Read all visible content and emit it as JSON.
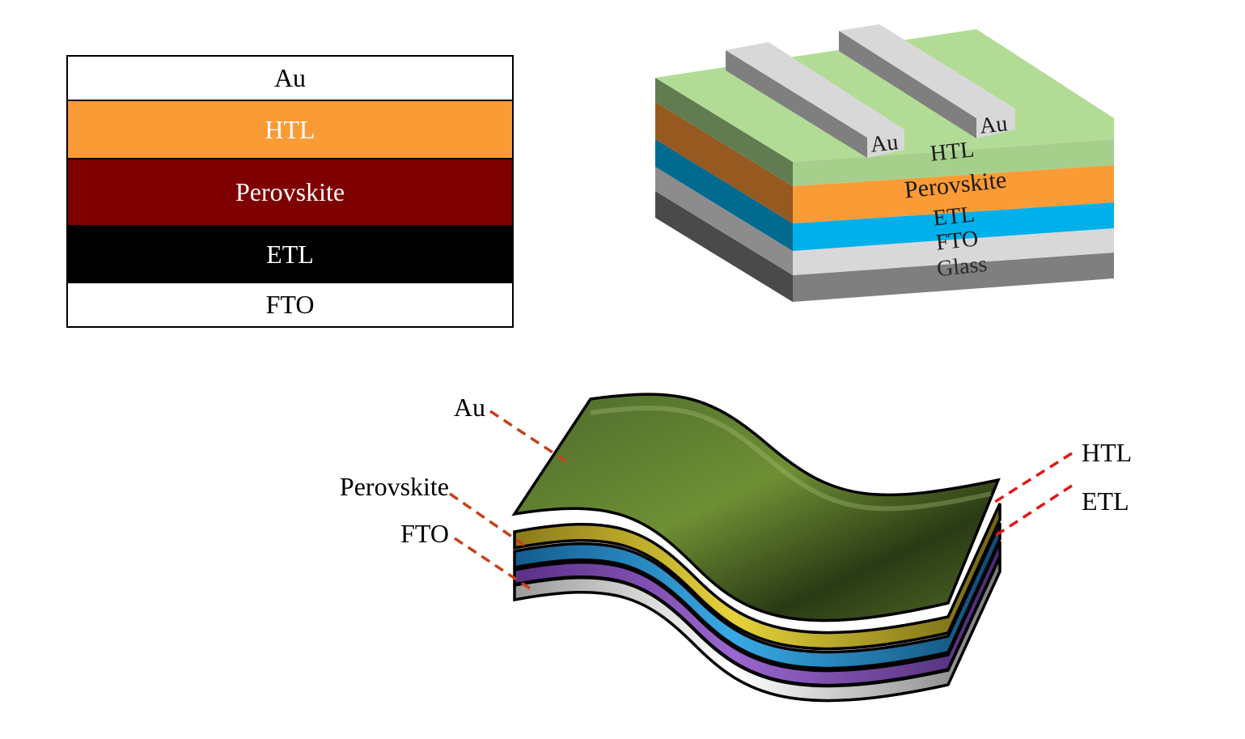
{
  "planar_stack": {
    "layers": [
      "Au",
      "HTL",
      "Perovskite",
      "ETL",
      "FTO"
    ]
  },
  "block_device": {
    "labels": {
      "au_left": "Au",
      "au_right": "Au",
      "htl": "HTL",
      "perovskite": "Perovskite",
      "etl": "ETL",
      "fto": "FTO",
      "glass": "Glass"
    },
    "colors": {
      "htl_top": "#b2dc96",
      "perovskite": "#fb9b36",
      "etl": "#00b0ea",
      "fto": "#d8d8d8",
      "glass": "#7f7f7f",
      "au": "#d8d8d8"
    }
  },
  "flexible_device": {
    "labels_left": [
      "Au",
      "Perovskite",
      "FTO"
    ],
    "labels_right": [
      "HTL",
      "ETL"
    ],
    "colors": {
      "au": "#5a7a32",
      "htl": "#c9b72c",
      "perovskite": "#1e88c8",
      "etl": "#7a4aa8",
      "fto": "#d0d0d0",
      "leader_left": "#c8401a",
      "leader_right": "#e01818"
    }
  }
}
